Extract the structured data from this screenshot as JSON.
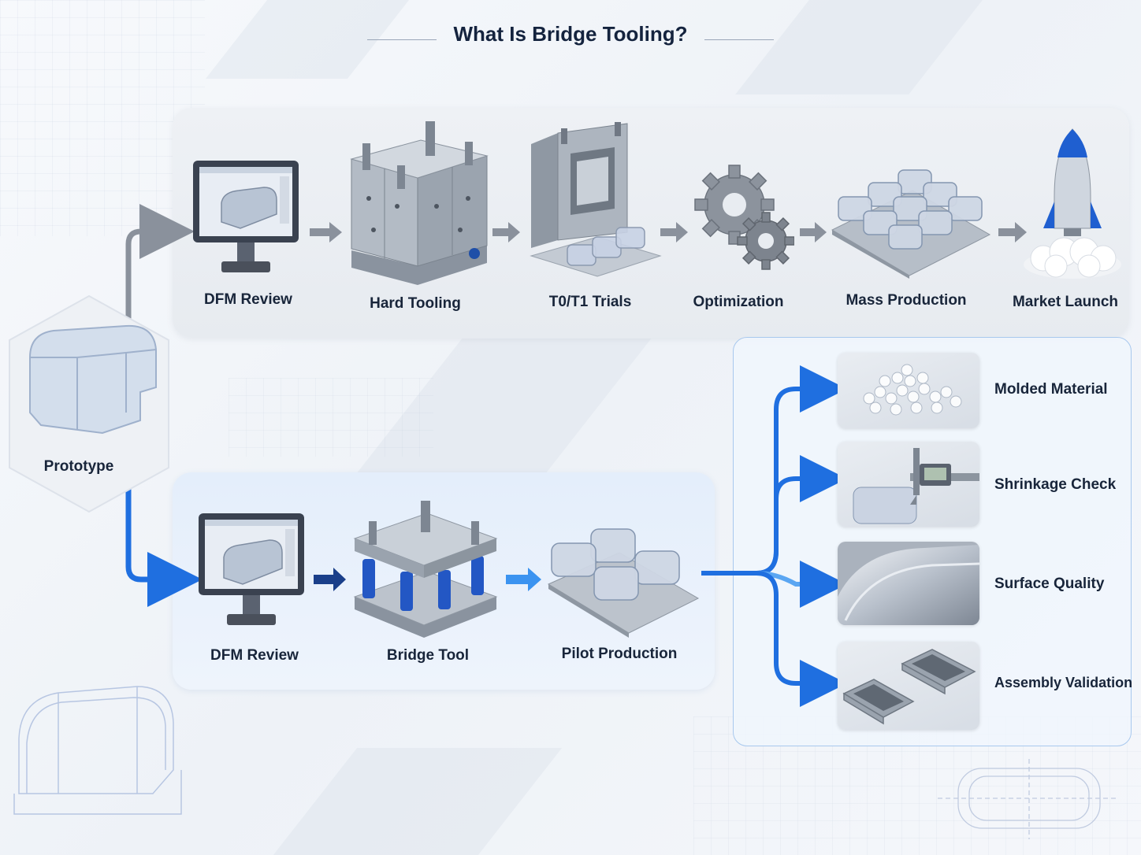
{
  "title": "What Is Bridge Tooling?",
  "prototype": {
    "label": "Prototype"
  },
  "top_row": [
    {
      "label": "DFM Review",
      "icon": "monitor-icon"
    },
    {
      "label": "Hard Tooling",
      "icon": "mold-icon"
    },
    {
      "label": "T0/T1 Trials",
      "icon": "trial-mold-icon"
    },
    {
      "label": "Optimization",
      "icon": "gears-icon"
    },
    {
      "label": "Mass Production",
      "icon": "parts-tray-icon"
    },
    {
      "label": "Market Launch",
      "icon": "rocket-icon"
    }
  ],
  "bottom_row": [
    {
      "label": "DFM Review",
      "icon": "monitor-icon"
    },
    {
      "label": "Bridge Tool",
      "icon": "bridge-mold-icon"
    },
    {
      "label": "Pilot Production",
      "icon": "pilot-parts-icon"
    }
  ],
  "outcomes": [
    {
      "label": "Molded Material",
      "icon": "pellets-icon"
    },
    {
      "label": "Shrinkage Check",
      "icon": "caliper-icon"
    },
    {
      "label": "Surface Quality",
      "icon": "surface-icon"
    },
    {
      "label": "Assembly Validation",
      "icon": "housings-icon"
    }
  ],
  "colors": {
    "gray_arrow": "#8a919c",
    "blue_arrow": "#1f6fe0",
    "title": "#14233e",
    "panel_border": "#a8c8ee"
  }
}
